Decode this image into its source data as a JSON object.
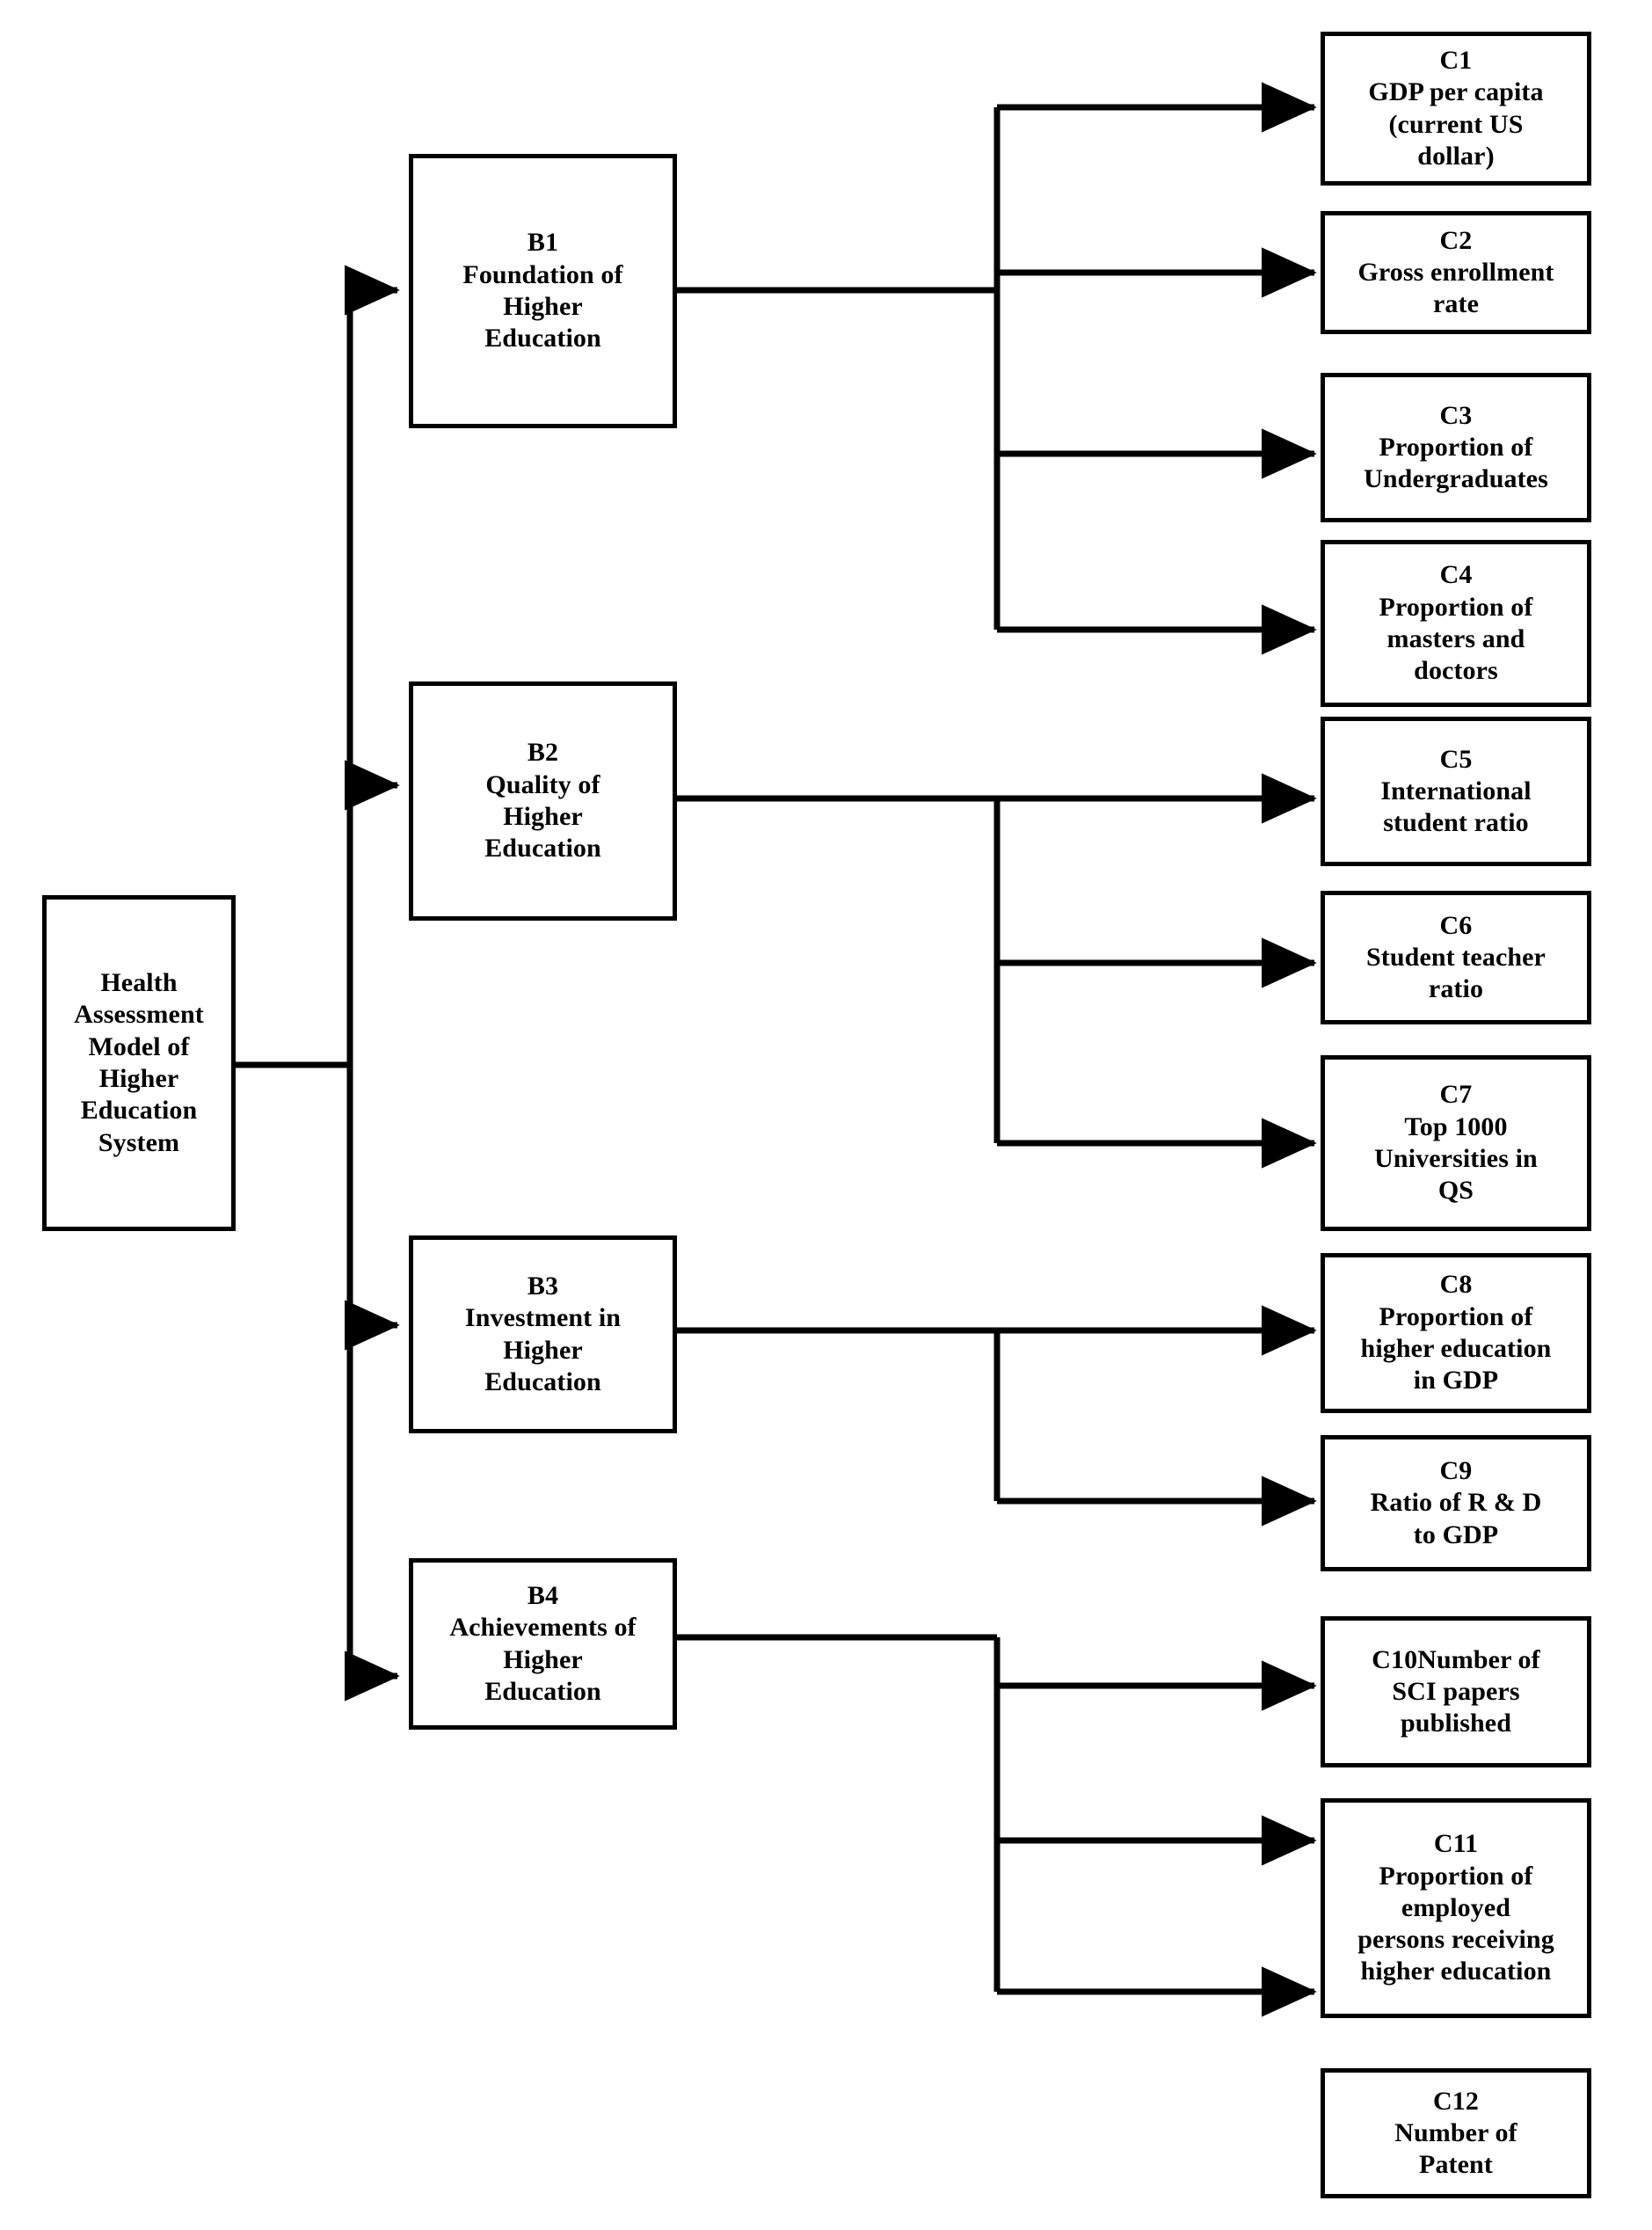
{
  "diagram": {
    "type": "hierarchy-tree",
    "title": "Health Assessment Model of Higher Education System",
    "orientation": "left-to-right",
    "levels": [
      "A (goal)",
      "B (criteria)",
      "C (indicators)"
    ],
    "line_color": "#000000",
    "box_fill": "#ffffff",
    "box_border_color": "#000000",
    "background": "#ffffff"
  },
  "root": {
    "id": "A",
    "label": "Health\nAssessment\nModel of\nHigher\nEducation\nSystem"
  },
  "criteria": [
    {
      "id": "B1",
      "code": "B1",
      "name": "Foundation of Higher Education",
      "label": "B1\nFoundation of\nHigher\nEducation"
    },
    {
      "id": "B2",
      "code": "B2",
      "name": "Quality of Higher Education",
      "label": "B2\nQuality of\nHigher\nEducation"
    },
    {
      "id": "B3",
      "code": "B3",
      "name": "Investment in Higher Education",
      "label": "B3\nInvestment in\nHigher\nEducation"
    },
    {
      "id": "B4",
      "code": "B4",
      "name": "Achievements of Higher Education",
      "label": "B4\nAchievements of\nHigher\nEducation"
    }
  ],
  "indicators": [
    {
      "id": "C1",
      "code": "C1",
      "parent": "B1",
      "name": "GDP per capita (current US dollar)",
      "label": "C1\nGDP per capita\n(current US\ndollar)"
    },
    {
      "id": "C2",
      "code": "C2",
      "parent": "B1",
      "name": "Gross enrollment rate",
      "label": "C2\nGross enrollment\nrate"
    },
    {
      "id": "C3",
      "code": "C3",
      "parent": "B1",
      "name": "Proportion of Undergraduates",
      "label": "C3\nProportion of\nUndergraduates"
    },
    {
      "id": "C4",
      "code": "C4",
      "parent": "B1",
      "name": "Proportion of masters and doctors",
      "label": "C4\nProportion of\nmasters and\ndoctors"
    },
    {
      "id": "C5",
      "code": "C5",
      "parent": "B2",
      "name": "International student ratio",
      "label": "C5\nInternational\nstudent ratio"
    },
    {
      "id": "C6",
      "code": "C6",
      "parent": "B2",
      "name": "Student teacher ratio",
      "label": "C6\nStudent teacher\nratio"
    },
    {
      "id": "C7",
      "code": "C7",
      "parent": "B2",
      "name": "Top 1000 Universities in QS",
      "label": "C7\nTop 1000\nUniversities in\nQS"
    },
    {
      "id": "C8",
      "code": "C8",
      "parent": "B3",
      "name": "Proportion of higher education in GDP",
      "label": "C8\nProportion of\nhigher education\nin GDP"
    },
    {
      "id": "C9",
      "code": "C9",
      "parent": "B3",
      "name": "Ratio of R & D to GDP",
      "label": "C9\nRatio of R & D\nto GDP"
    },
    {
      "id": "C10",
      "code": "C10",
      "parent": "B4",
      "name": "Number of SCI papers published",
      "label": "C10Number of\nSCI papers\npublished"
    },
    {
      "id": "C11",
      "code": "C11",
      "parent": "B4",
      "name": "Proportion of employed persons receiving higher education",
      "label": "C11\nProportion of\nemployed\npersons receiving\nhigher education"
    },
    {
      "id": "C12",
      "code": "C12",
      "parent": "B4",
      "name": "Number of Patent",
      "label": "C12\nNumber of\nPatent"
    }
  ]
}
